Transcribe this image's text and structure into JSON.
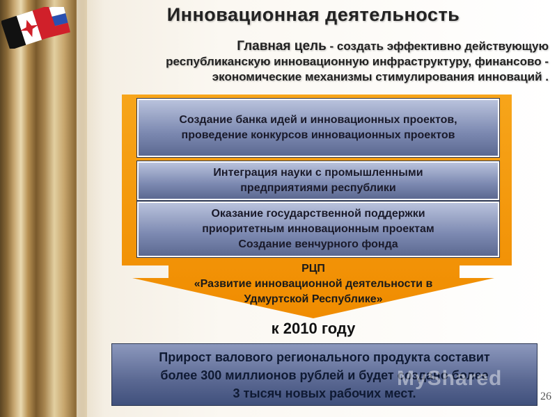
{
  "slide": {
    "title": "Инновационная деятельность",
    "goal_lead": "Главная цель",
    "goal_line1_rest": " - создать эффективно действующую",
    "goal_line2": "республиканскую инновационную инфраструктуру, финансово -",
    "goal_line3": "экономические механизмы стимулирования инноваций .",
    "boxes": [
      {
        "line1": "Создание банка идей и инновационных проектов,",
        "line2": "проведение конкурсов инновационных проектов"
      },
      {
        "line1": "Интеграция науки с промышленными",
        "line2": "предприятиями республики"
      },
      {
        "line1": "Оказание государственной поддержки",
        "line2": "приоритетным инновационным проектам",
        "line3": "Создание венчурного фонда"
      }
    ],
    "arrow": {
      "line1": "РЦП",
      "line2": "«Развитие инновационной деятельности в",
      "line3": "Удмуртской Республике»"
    },
    "target_year": "к 2010 году",
    "result": {
      "line1": "Прирост валового регионального продукта составит",
      "line2": "более 300 миллионов рублей  и будет создано более",
      "line3": "3 тысяч  новых рабочих мест."
    },
    "watermark": "MyShared",
    "page_number": "26"
  },
  "colors": {
    "orange": "#f6a10a",
    "box_blue": "#7b88b0",
    "result_blue": "#5a6892"
  }
}
